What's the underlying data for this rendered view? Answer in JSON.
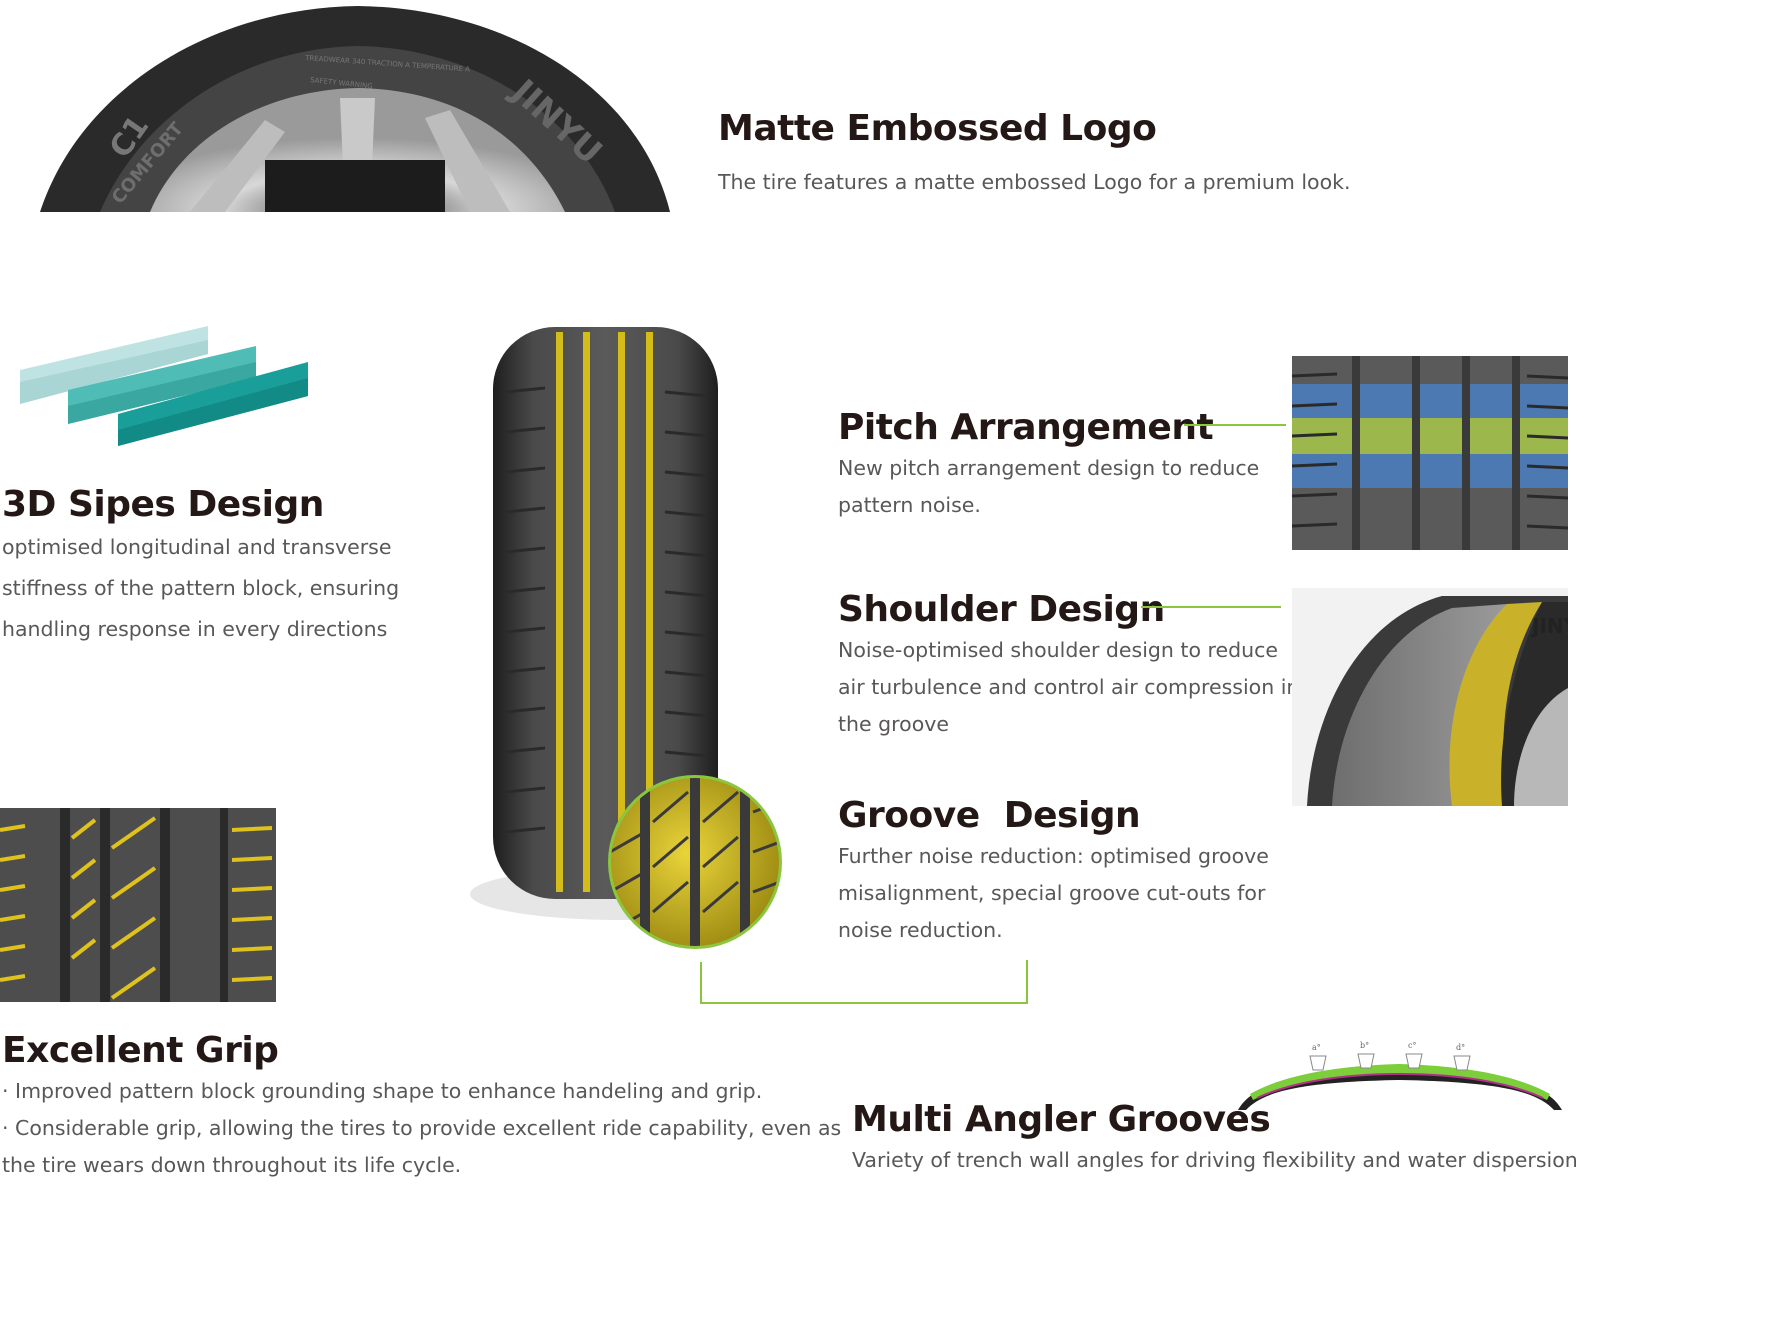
{
  "features": {
    "matte_logo": {
      "title": "Matte Embossed Logo",
      "desc": "The tire features a matte embossed Logo for a premium look."
    },
    "sipes": {
      "title": "3D Sipes Design",
      "desc": [
        "optimised longitudinal and transverse",
        "stiffness of the pattern block, ensuring",
        "handling response in every directions"
      ]
    },
    "pitch": {
      "title": "Pitch Arrangement",
      "desc": [
        "New pitch arrangement design to reduce",
        "pattern noise."
      ]
    },
    "shoulder": {
      "title": "Shoulder Design",
      "desc": [
        "Noise-optimised shoulder design to reduce",
        "air turbulence and control air compression in",
        "the groove"
      ]
    },
    "groove": {
      "title": "Groove  Design",
      "desc": [
        "Further noise reduction: optimised groove",
        "misalignment, special groove cut-outs for",
        "noise reduction."
      ]
    },
    "grip": {
      "title": "Excellent Grip",
      "desc": [
        "· Improved pattern block grounding shape to enhance handeling and grip.",
        "· Considerable grip, allowing the tires to provide excellent ride capability, even as",
        "the tire wears down throughout its life cycle."
      ]
    },
    "multi_angle": {
      "title": "Multi Angler Grooves",
      "desc": "Variety of trench wall angles for driving flexibility and water dispersion"
    }
  },
  "sidewall": {
    "model": "C1",
    "line_name": "COMFORT",
    "brand": "JINYU",
    "treadwear_text": "TREADWEAR 340 TRACTION A TEMPERATURE A",
    "safety_text": "SAFETY WARNING"
  },
  "groove_angles": [
    "a°",
    "b°",
    "c°",
    "d°"
  ],
  "colors": {
    "accent_line": "#8cc63f",
    "heading": "#231815",
    "body_text": "#595757",
    "tread_yellow": "#d9c21a",
    "pitch_blue": "#4a7fc1",
    "pitch_green": "#a8c84a",
    "sipe_teal": "#1a9e9a"
  }
}
